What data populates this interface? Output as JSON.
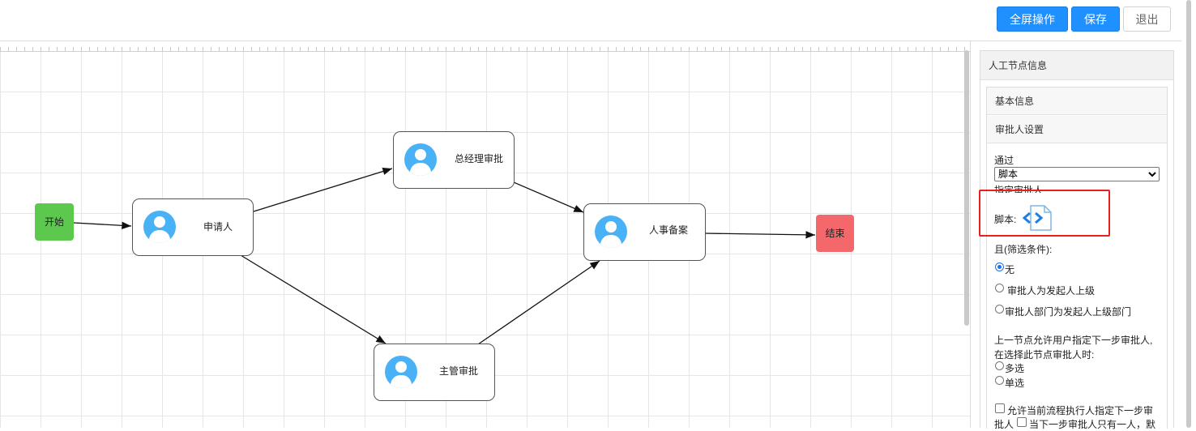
{
  "toolbar": {
    "fullscreen_label": "全屏操作",
    "save_label": "保存",
    "exit_label": "退出"
  },
  "flow": {
    "start_label": "开始",
    "end_label": "结束",
    "nodes": {
      "applicant": "申请人",
      "gm_approval": "总经理审批",
      "supervisor_approval": "主管审批",
      "hr_filing": "人事备案"
    }
  },
  "panel": {
    "title": "人工节点信息",
    "section_basic": "基本信息",
    "section_approver": "审批人设置",
    "pass_label": "通过",
    "pass_select_value": "脚本",
    "designated_approver_label": "指定审批人",
    "script_label": "脚本:",
    "filter_label": "且(筛选条件):",
    "filter_options": [
      "无",
      "审批人为发起人上级",
      "审批人部门为发起人上级部门"
    ],
    "filter_selected": "无",
    "prev_node_text_1": "上一节点允许用户指定下一步审批人,",
    "prev_node_text_2": "在选择此节点审批人时:",
    "select_mode_options": [
      "多选",
      "单选"
    ],
    "allow_text_1": "允许当前流程执行人指定下一步审",
    "allow_text_2": "批人",
    "allow_text_3": "当下一步审批人只有一人，默"
  },
  "colors": {
    "primary": "#1e90ff",
    "start": "#5cc84d",
    "end": "#f4676a",
    "avatar": "#49b1f5",
    "highlight": "#e8201e"
  }
}
